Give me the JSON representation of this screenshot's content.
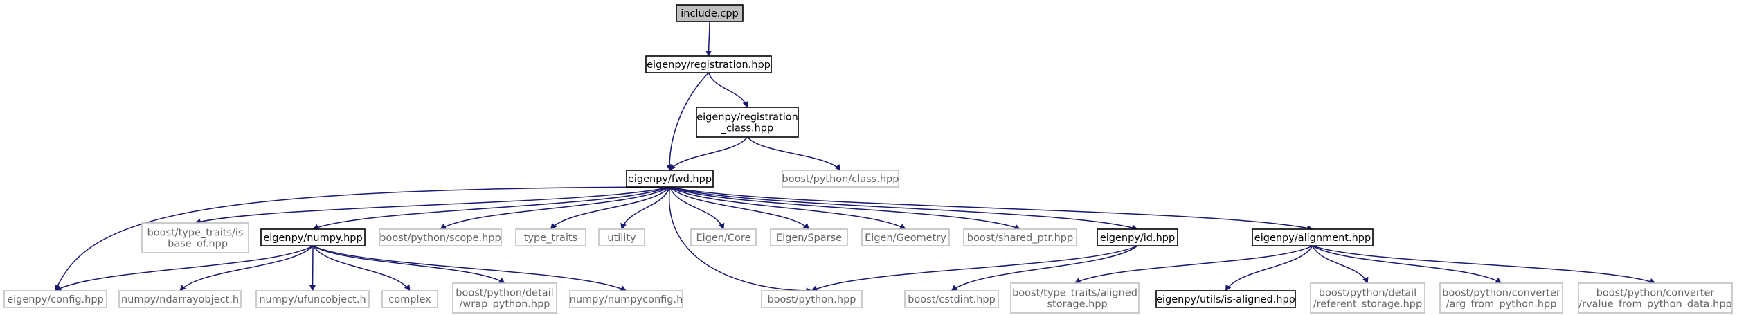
{
  "colors": {
    "edge": "#191970",
    "documented_border": "#000000",
    "external_border": "#bfbfbf",
    "external_text": "#666666",
    "root_fill": "#bfbfbf"
  },
  "nodes": [
    {
      "id": "include_cpp",
      "lines": [
        "include.cpp"
      ],
      "kind": "root"
    },
    {
      "id": "registration",
      "lines": [
        "eigenpy/registration.hpp"
      ],
      "kind": "doc"
    },
    {
      "id": "registration_class",
      "lines": [
        "eigenpy/registration",
        "_class.hpp"
      ],
      "kind": "doc"
    },
    {
      "id": "bp_class",
      "lines": [
        "boost/python/class.hpp"
      ],
      "kind": "ext"
    },
    {
      "id": "fwd",
      "lines": [
        "eigenpy/fwd.hpp"
      ],
      "kind": "doc"
    },
    {
      "id": "tt_is_base_of",
      "lines": [
        "boost/type_traits/is",
        "_base_of.hpp"
      ],
      "kind": "ext"
    },
    {
      "id": "numpy",
      "lines": [
        "eigenpy/numpy.hpp"
      ],
      "kind": "doc"
    },
    {
      "id": "bp_scope",
      "lines": [
        "boost/python/scope.hpp"
      ],
      "kind": "ext"
    },
    {
      "id": "type_traits",
      "lines": [
        "type_traits"
      ],
      "kind": "ext"
    },
    {
      "id": "utility",
      "lines": [
        "utility"
      ],
      "kind": "ext"
    },
    {
      "id": "eigen_core",
      "lines": [
        "Eigen/Core"
      ],
      "kind": "ext"
    },
    {
      "id": "eigen_sparse",
      "lines": [
        "Eigen/Sparse"
      ],
      "kind": "ext"
    },
    {
      "id": "eigen_geometry",
      "lines": [
        "Eigen/Geometry"
      ],
      "kind": "ext"
    },
    {
      "id": "shared_ptr",
      "lines": [
        "boost/shared_ptr.hpp"
      ],
      "kind": "ext"
    },
    {
      "id": "id",
      "lines": [
        "eigenpy/id.hpp"
      ],
      "kind": "doc"
    },
    {
      "id": "alignment",
      "lines": [
        "eigenpy/alignment.hpp"
      ],
      "kind": "doc"
    },
    {
      "id": "config",
      "lines": [
        "eigenpy/config.hpp"
      ],
      "kind": "ext"
    },
    {
      "id": "ndarrayobject",
      "lines": [
        "numpy/ndarrayobject.h"
      ],
      "kind": "ext"
    },
    {
      "id": "ufuncobject",
      "lines": [
        "numpy/ufuncobject.h"
      ],
      "kind": "ext"
    },
    {
      "id": "complex",
      "lines": [
        "complex"
      ],
      "kind": "ext"
    },
    {
      "id": "wrap_python",
      "lines": [
        "boost/python/detail",
        "/wrap_python.hpp"
      ],
      "kind": "ext"
    },
    {
      "id": "numpyconfig",
      "lines": [
        "numpy/numpyconfig.h"
      ],
      "kind": "ext"
    },
    {
      "id": "bpython",
      "lines": [
        "boost/python.hpp"
      ],
      "kind": "ext"
    },
    {
      "id": "cstdint",
      "lines": [
        "boost/cstdint.hpp"
      ],
      "kind": "ext"
    },
    {
      "id": "aligned_storage",
      "lines": [
        "boost/type_traits/aligned",
        "_storage.hpp"
      ],
      "kind": "ext"
    },
    {
      "id": "is_aligned",
      "lines": [
        "eigenpy/utils/is-aligned.hpp"
      ],
      "kind": "doc"
    },
    {
      "id": "referent_storage",
      "lines": [
        "boost/python/detail",
        "/referent_storage.hpp"
      ],
      "kind": "ext"
    },
    {
      "id": "arg_from_python",
      "lines": [
        "boost/python/converter",
        "/arg_from_python.hpp"
      ],
      "kind": "ext"
    },
    {
      "id": "rvalue_from_python",
      "lines": [
        "boost/python/converter",
        "/rvalue_from_python_data.hpp"
      ],
      "kind": "ext"
    }
  ],
  "edges": [
    [
      "include_cpp",
      "registration"
    ],
    [
      "registration",
      "registration_class"
    ],
    [
      "registration",
      "fwd"
    ],
    [
      "registration_class",
      "fwd"
    ],
    [
      "registration_class",
      "bp_class"
    ],
    [
      "fwd",
      "config"
    ],
    [
      "fwd",
      "tt_is_base_of"
    ],
    [
      "fwd",
      "numpy"
    ],
    [
      "fwd",
      "bp_scope"
    ],
    [
      "fwd",
      "type_traits"
    ],
    [
      "fwd",
      "utility"
    ],
    [
      "fwd",
      "eigen_core"
    ],
    [
      "fwd",
      "eigen_sparse"
    ],
    [
      "fwd",
      "eigen_geometry"
    ],
    [
      "fwd",
      "shared_ptr"
    ],
    [
      "fwd",
      "id"
    ],
    [
      "fwd",
      "alignment"
    ],
    [
      "fwd",
      "bpython"
    ],
    [
      "numpy",
      "config"
    ],
    [
      "numpy",
      "ndarrayobject"
    ],
    [
      "numpy",
      "ufuncobject"
    ],
    [
      "numpy",
      "complex"
    ],
    [
      "numpy",
      "wrap_python"
    ],
    [
      "numpy",
      "numpyconfig"
    ],
    [
      "id",
      "bpython"
    ],
    [
      "id",
      "cstdint"
    ],
    [
      "alignment",
      "aligned_storage"
    ],
    [
      "alignment",
      "is_aligned"
    ],
    [
      "alignment",
      "referent_storage"
    ],
    [
      "alignment",
      "arg_from_python"
    ],
    [
      "alignment",
      "rvalue_from_python"
    ]
  ]
}
